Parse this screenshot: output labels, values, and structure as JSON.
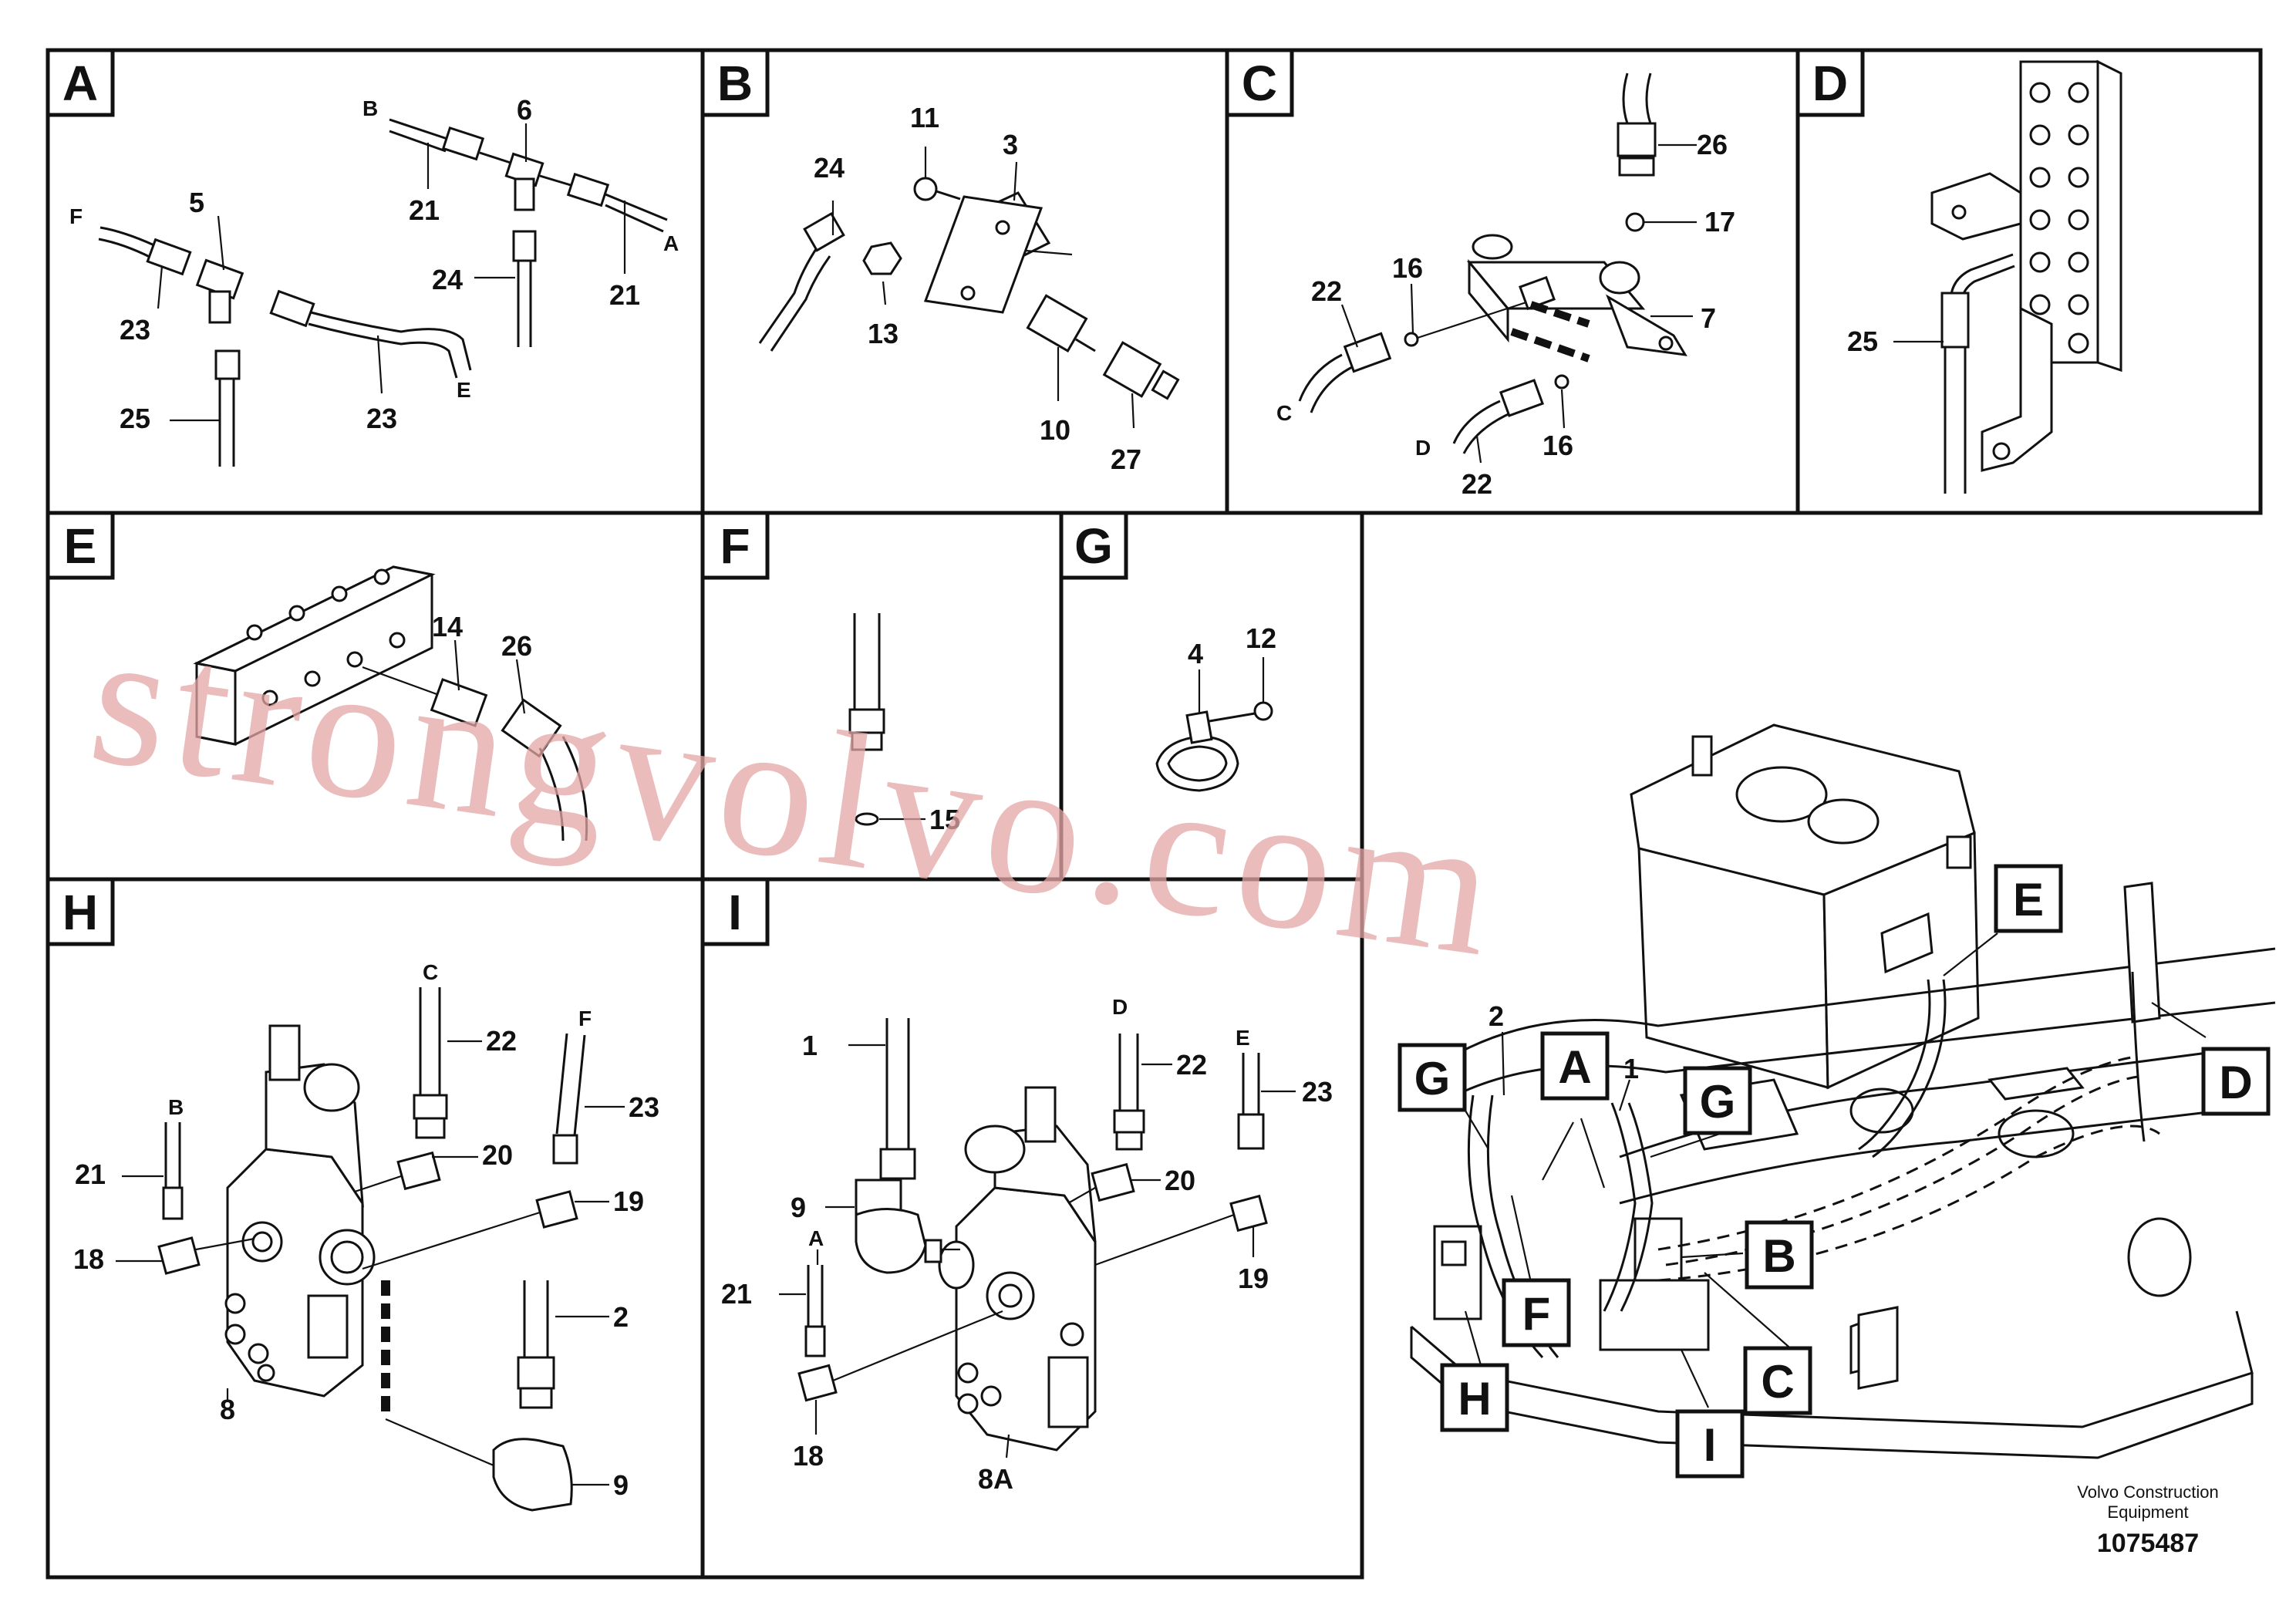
{
  "panels": {
    "A": {
      "tag": "A",
      "labels": [
        "B",
        "6",
        "F",
        "5",
        "21",
        "24",
        "21",
        "A",
        "23",
        "25",
        "23",
        "E"
      ]
    },
    "B": {
      "tag": "B",
      "labels": [
        "11",
        "3",
        "24",
        "13",
        "10",
        "27"
      ]
    },
    "C": {
      "tag": "C",
      "labels": [
        "26",
        "17",
        "16",
        "22",
        "7",
        "C",
        "D",
        "22",
        "16"
      ]
    },
    "D": {
      "tag": "D",
      "labels": [
        "25"
      ]
    },
    "E": {
      "tag": "E",
      "labels": [
        "14",
        "26"
      ]
    },
    "F": {
      "tag": "F",
      "labels": [
        "15"
      ]
    },
    "G": {
      "tag": "G",
      "labels": [
        "4",
        "12"
      ]
    },
    "H": {
      "tag": "H",
      "labels": [
        "C",
        "22",
        "F",
        "23",
        "B",
        "20",
        "21",
        "19",
        "18",
        "2",
        "8",
        "9"
      ]
    },
    "I": {
      "tag": "I",
      "labels": [
        "D",
        "1",
        "22",
        "E",
        "23",
        "9",
        "20",
        "A",
        "19",
        "21",
        "18",
        "8A"
      ]
    }
  },
  "overview": {
    "callouts": [
      "E",
      "D",
      "G",
      "A",
      "G",
      "B",
      "C",
      "F",
      "H",
      "I"
    ],
    "numbers": [
      "2",
      "1"
    ]
  },
  "watermark": "strongvolvo.com",
  "footer": {
    "brand_line1": "Volvo Construction",
    "brand_line2": "Equipment",
    "doc_number": "1075487"
  }
}
